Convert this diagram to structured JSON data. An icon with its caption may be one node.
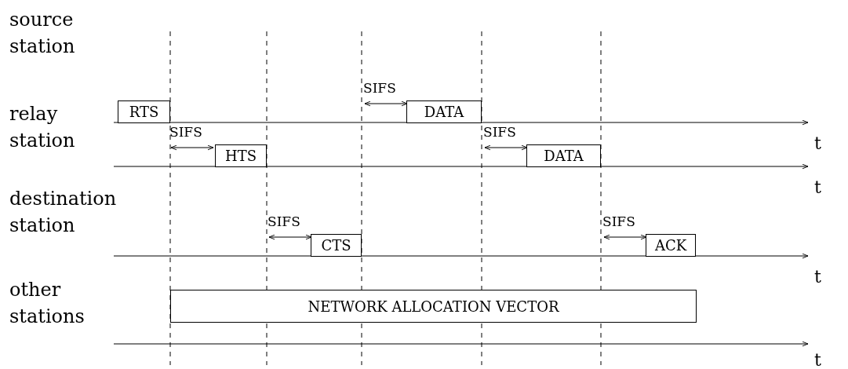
{
  "diagram": {
    "nodes": [
      {
        "text": [
          "RTS"
        ]
      },
      {
        "text": [
          "DATA"
        ]
      },
      {
        "text": [
          "HTS"
        ]
      },
      {
        "text": [
          "DATA"
        ]
      },
      {
        "text": [
          "CTS"
        ]
      },
      {
        "text": [
          "ACK"
        ]
      },
      {
        "text": [
          "NETWORK ALLOCATION VECTOR"
        ]
      }
    ],
    "edges": [],
    "labels": [
      "source station",
      "SIFS",
      "t",
      "relay station",
      "SIFS",
      "SIFS",
      "t",
      "destination station",
      "SIFS",
      "SIFS",
      "t",
      "other stations",
      "t"
    ]
  }
}
